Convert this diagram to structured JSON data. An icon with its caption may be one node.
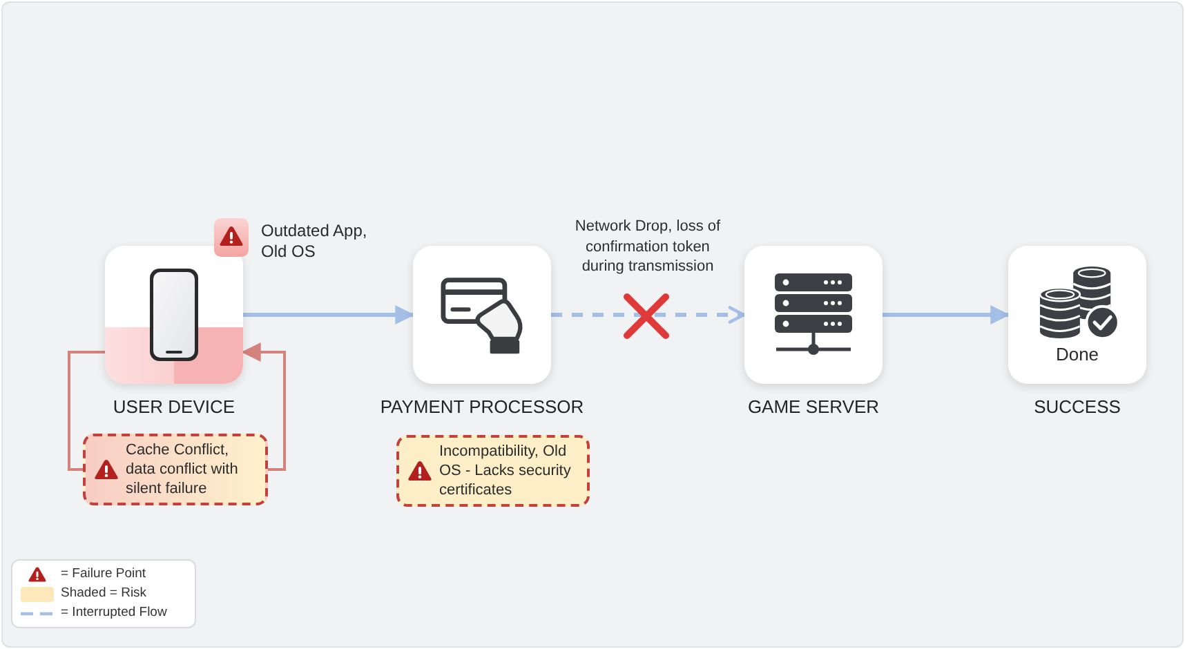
{
  "diagram": {
    "nodes": [
      {
        "text": [
          "USER DEVICE"
        ],
        "beside": [
          "Outdated App, Old OS"
        ]
      },
      {
        "text": [
          "Cache Conflict, data conflict with silent failure"
        ]
      },
      {
        "text": [
          "PAYMENT PROCESSOR"
        ]
      },
      {
        "text": [
          "Incompatibility, Old OS - Lacks security certificates"
        ]
      },
      {
        "text": [
          "GAME SERVER"
        ]
      },
      {
        "text": [
          "Done",
          "SUCCESS"
        ]
      }
    ],
    "edges": [
      {
        "from": 0,
        "to": 1,
        "arrow": "none",
        "color": "#d4837c"
      },
      {
        "from": 1,
        "to": 0,
        "arrow": "to",
        "color": "#d4837c"
      },
      {
        "from": 0,
        "to": 2,
        "arrow": "to"
      },
      {
        "from": 2,
        "to": 4,
        "arrow": "to",
        "style": "dashed",
        "label": "Network Drop, loss of confirmation token during transmission"
      },
      {
        "from": 4,
        "to": 5,
        "arrow": "to"
      }
    ],
    "legend": [
      {
        "text": "= Failure Point"
      },
      {
        "text": "Shaded = Risk",
        "color": "#fce8b8"
      },
      {
        "text": "= Interrupted Flow"
      }
    ]
  }
}
